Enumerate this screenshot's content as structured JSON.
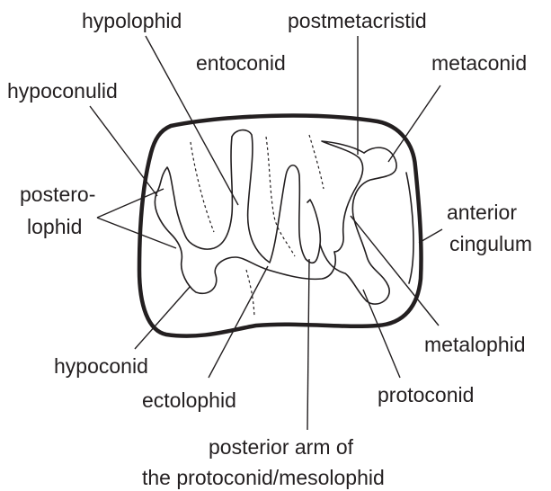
{
  "labels": {
    "hypolophid": "hypolophid",
    "postmetacristid": "postmetacristid",
    "entoconid": "entoconid",
    "metaconid": "metaconid",
    "hypoconulid": "hypoconulid",
    "postero_line1": "postero-",
    "postero_line2": "lophid",
    "anterior": "anterior",
    "cingulum": "cingulum",
    "metalophid": "metalophid",
    "hypoconid": "hypoconid",
    "protoconid": "protoconid",
    "ectolophid": "ectolophid",
    "posterior_arm_line1": "posterior arm of",
    "posterior_arm_line2": "the protoconid/mesolophid"
  },
  "colors": {
    "ink": "#231f20",
    "background": "#ffffff"
  }
}
